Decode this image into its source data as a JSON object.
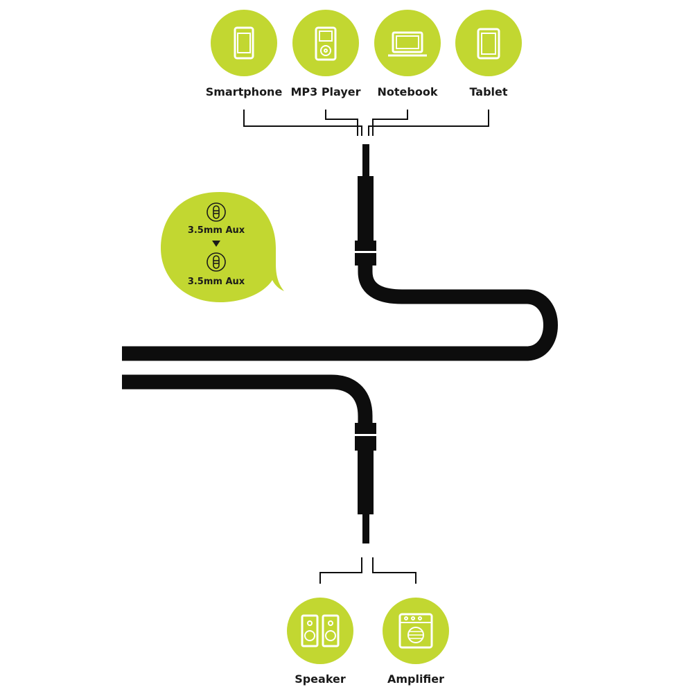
{
  "colors": {
    "accent": "#c2d731",
    "ink": "#0d0d0d"
  },
  "sources": [
    {
      "label": "Smartphone",
      "icon": "smartphone-icon"
    },
    {
      "label": "MP3 Player",
      "icon": "mp3-player-icon"
    },
    {
      "label": "Notebook",
      "icon": "notebook-icon"
    },
    {
      "label": "Tablet",
      "icon": "tablet-icon"
    }
  ],
  "bubble": {
    "from_label": "3.5mm Aux",
    "to_label": "3.5mm Aux",
    "from_icon": "aux-plug-icon",
    "to_icon": "aux-plug-icon",
    "arrow_icon": "arrow-down-icon"
  },
  "outputs": [
    {
      "label": "Speaker",
      "icon": "speaker-icon"
    },
    {
      "label": "Amplifier",
      "icon": "amplifier-icon"
    }
  ]
}
